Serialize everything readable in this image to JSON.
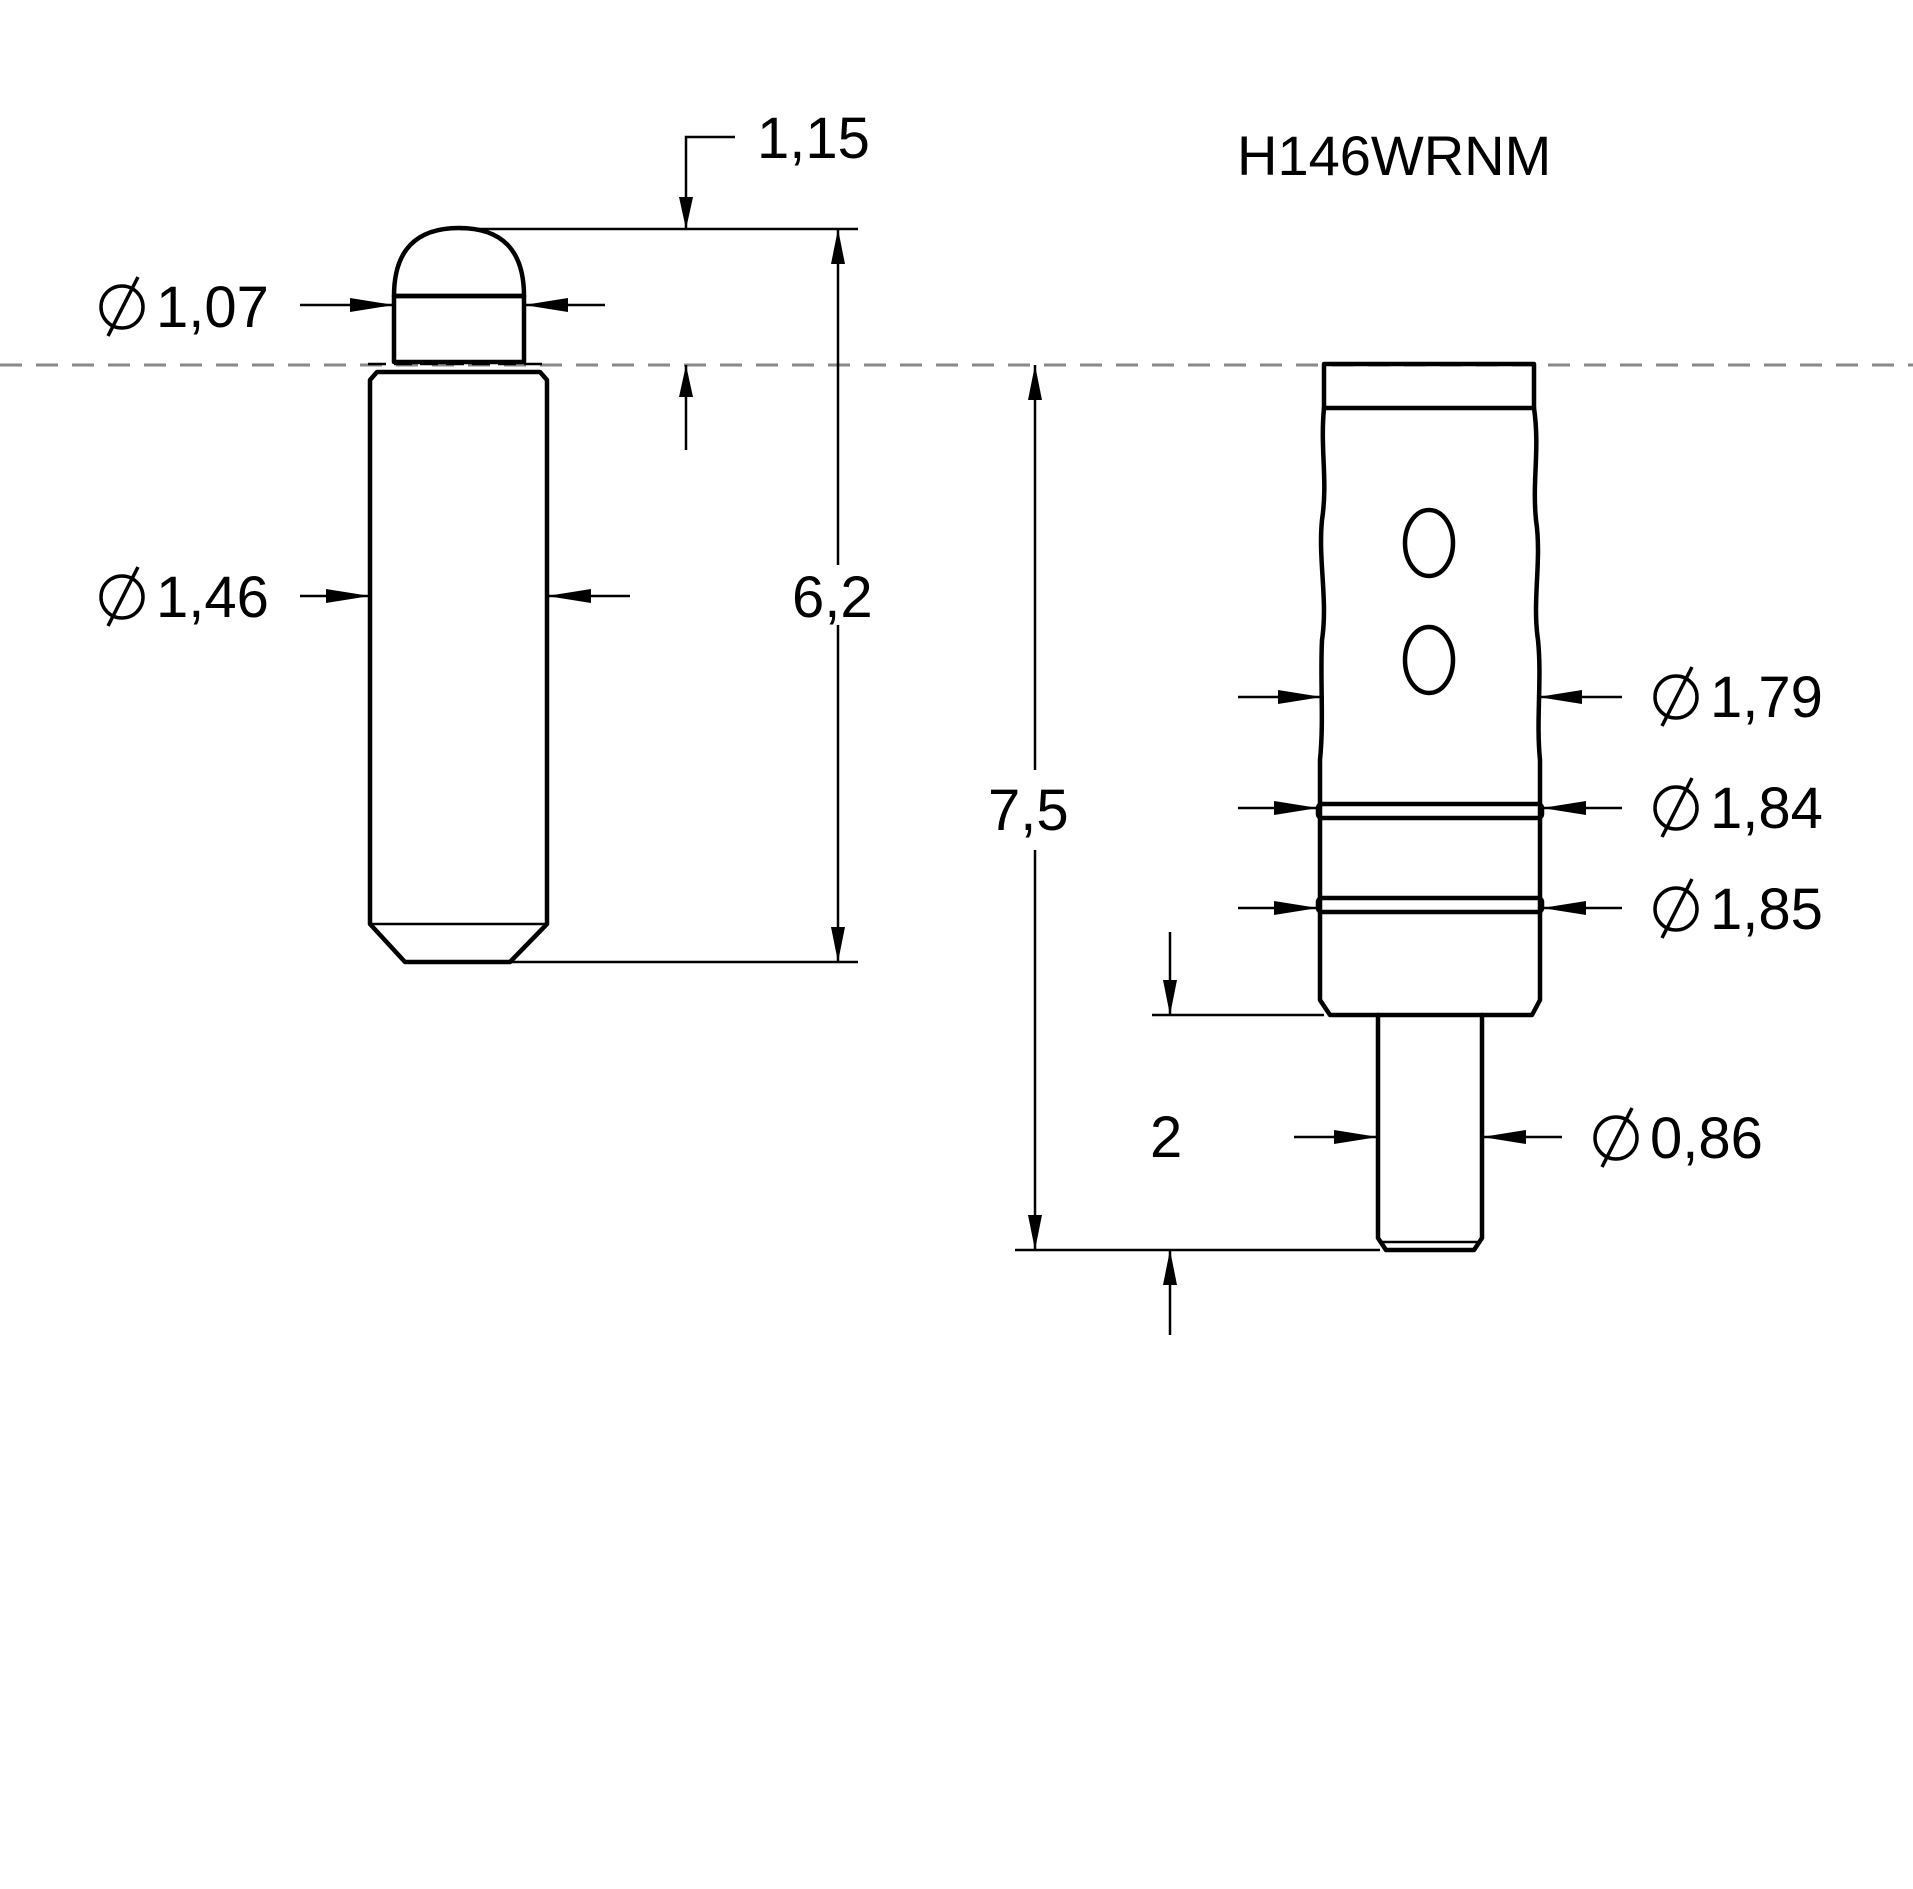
{
  "title": "H146WRNM",
  "left_part": {
    "plunger_tip_length": "1,15",
    "plunger_diameter": "1,07",
    "barrel_diameter": "1,46",
    "overall_length": "6,2"
  },
  "right_part": {
    "overall_length": "7,5",
    "body_diameter": "1,79",
    "groove1_diameter": "1,84",
    "groove2_diameter": "1,85",
    "tail_length": "2",
    "tail_diameter": "0,86"
  },
  "icons": {
    "diameter_symbol": "diameter-icon"
  }
}
